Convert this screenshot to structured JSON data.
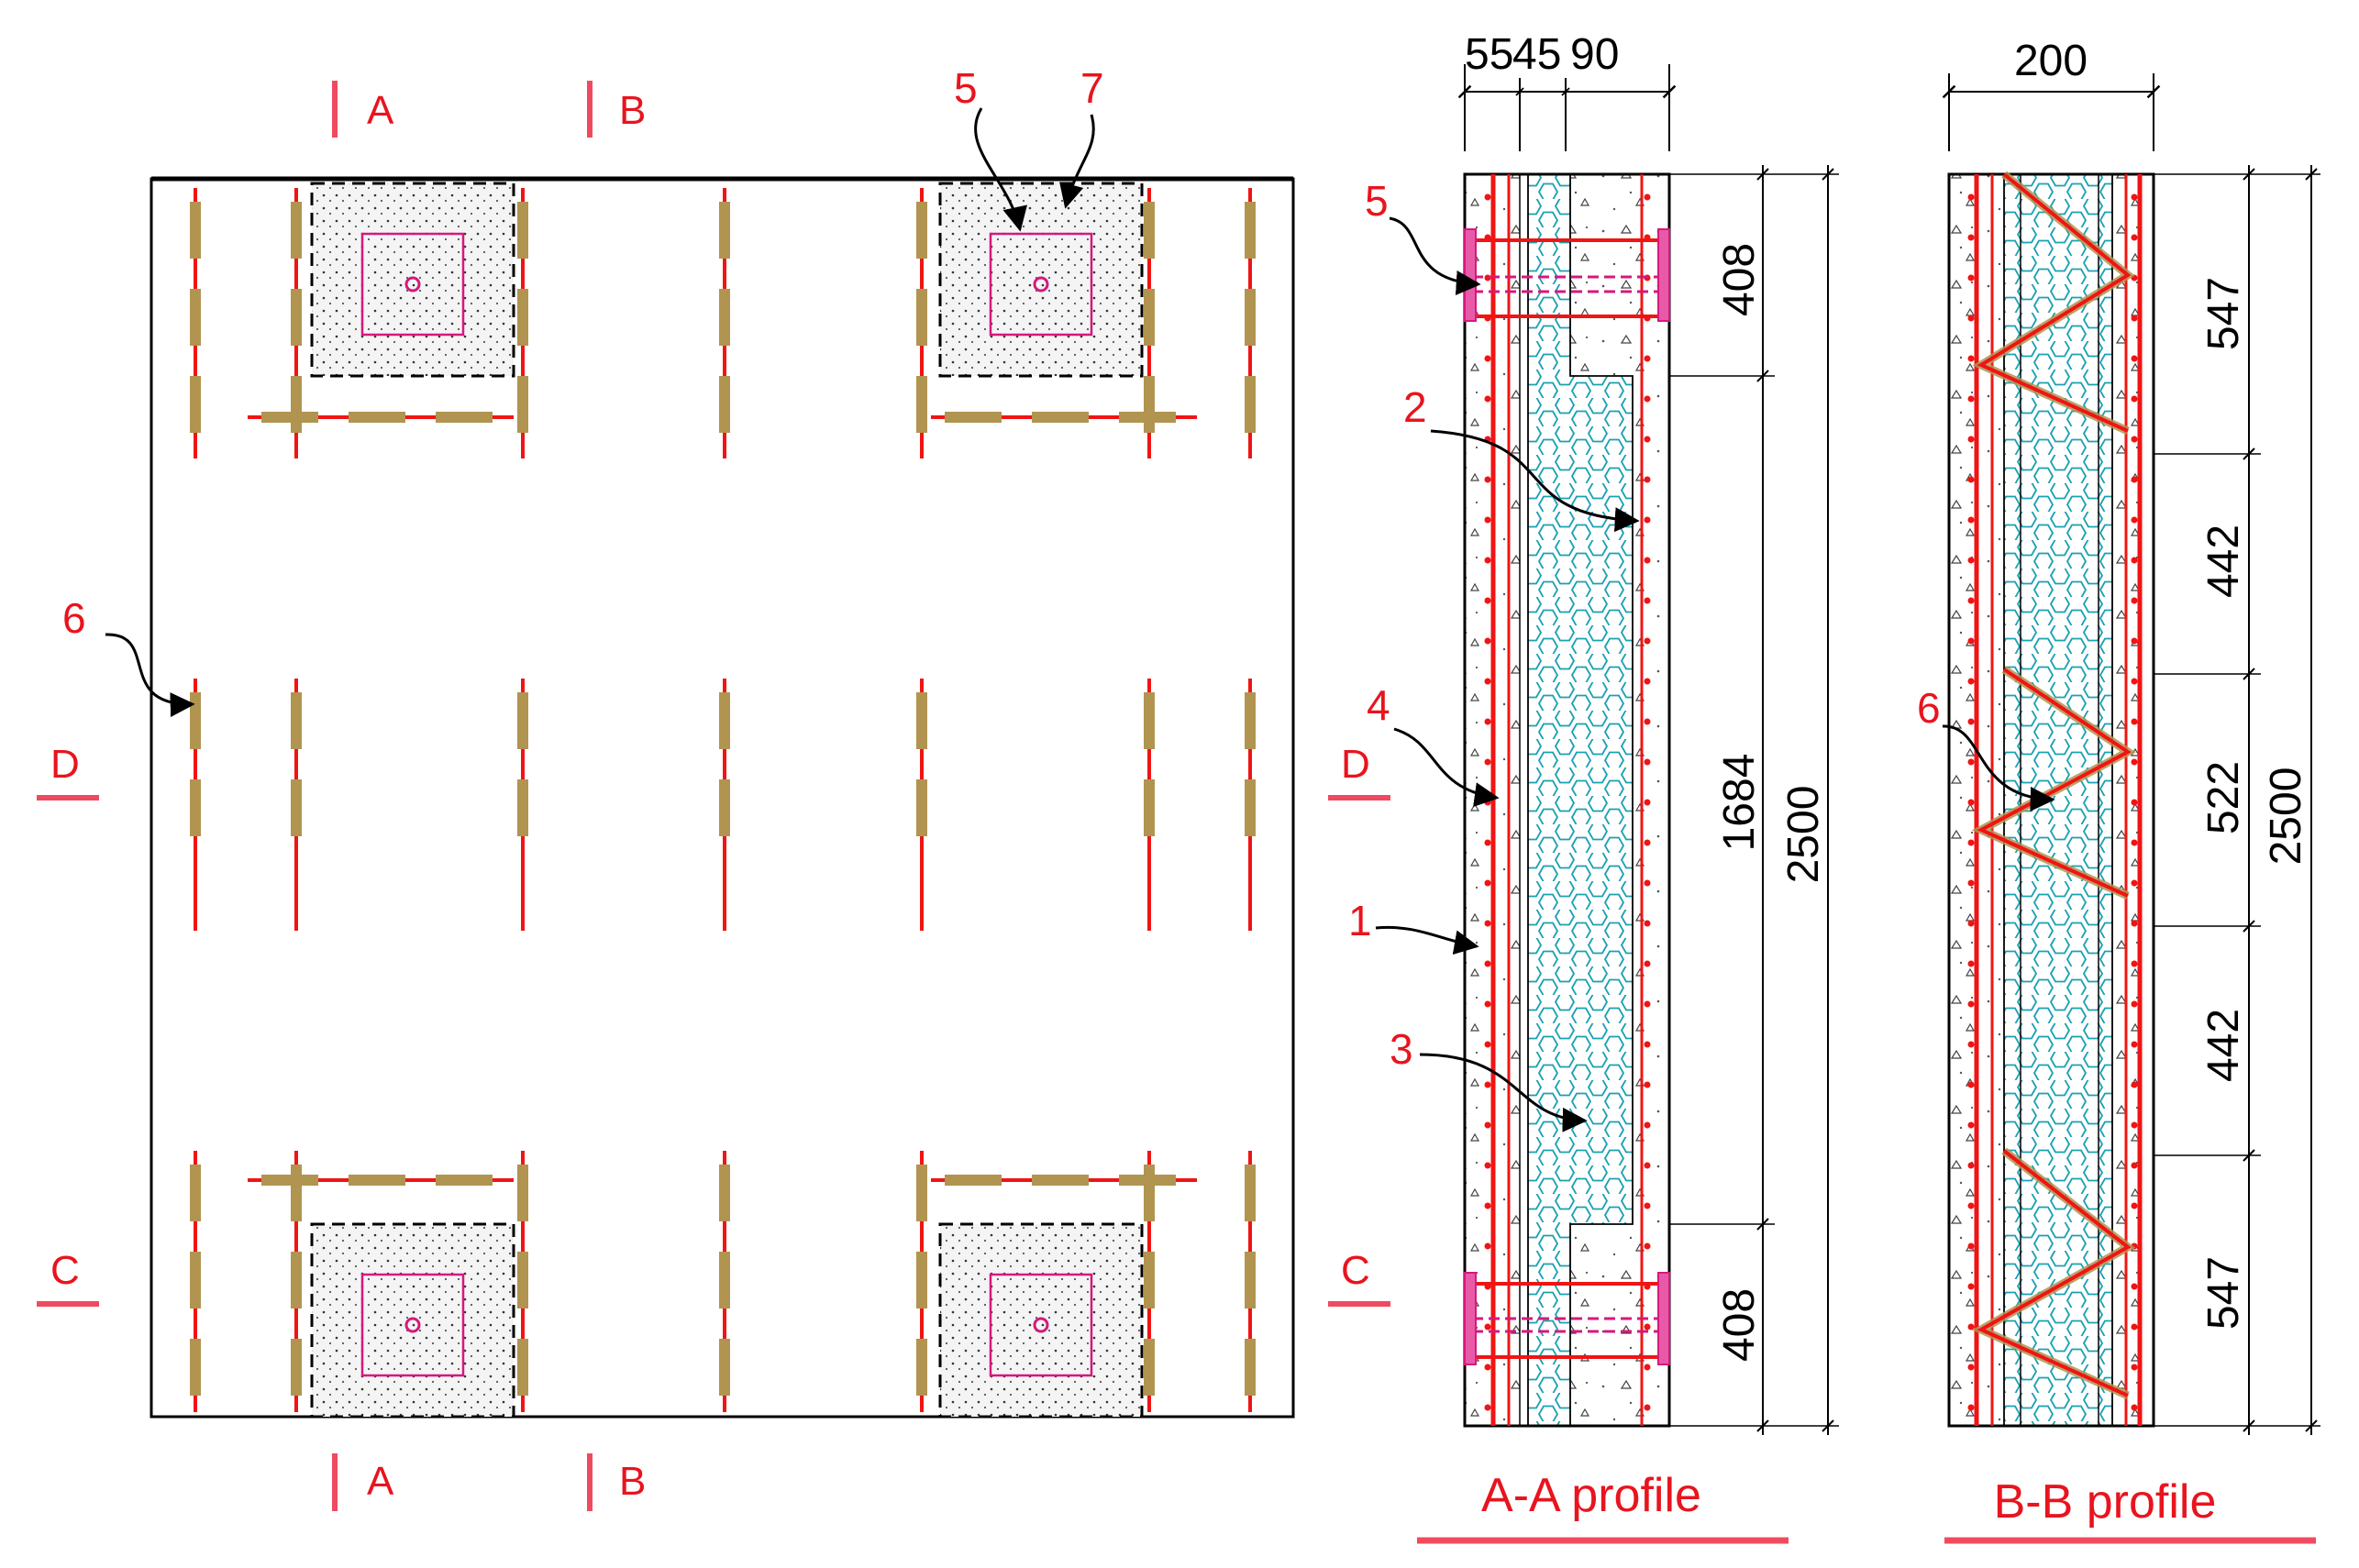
{
  "plan": {
    "callouts": {
      "c5": "5",
      "c7": "7",
      "c6": "6"
    },
    "sections": {
      "a_top": "A",
      "a_bottom": "A",
      "b_top": "B",
      "b_bottom": "B",
      "d_left": "D",
      "d_right": "D",
      "c_left": "C",
      "c_right": "C"
    }
  },
  "profile_aa": {
    "title": "A-A profile",
    "dims": {
      "t1": "55",
      "t2": "45",
      "t3": "90",
      "h_top": "408",
      "h_mid": "1684",
      "h_total": "2500",
      "h_bot": "408"
    },
    "callouts": {
      "c5": "5",
      "c2": "2",
      "c4": "4",
      "c1": "1",
      "c3": "3"
    }
  },
  "profile_bb": {
    "title": "B-B profile",
    "dims": {
      "width": "200",
      "h1": "547",
      "h2": "442",
      "h3": "522",
      "h4": "442",
      "h5": "547",
      "h_total": "2500"
    },
    "callouts": {
      "c6": "6"
    }
  },
  "colors": {
    "rebar": "#f01414",
    "connector": "#b09450",
    "magenta": "#d6187e",
    "insulation": "#1aa0b4",
    "label": "#e8141e",
    "underline": "#f04a60"
  }
}
